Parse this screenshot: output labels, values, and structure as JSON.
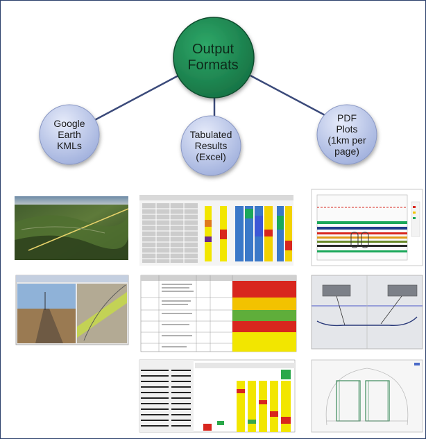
{
  "diagram": {
    "root": {
      "lines": [
        "Output",
        "Formats"
      ],
      "color": "#1e8a52"
    },
    "children": [
      {
        "id": "google",
        "lines": [
          "Google",
          "Earth",
          "KMLs"
        ]
      },
      {
        "id": "tabulated",
        "lines": [
          "Tabulated",
          "Results",
          "(Excel)"
        ]
      },
      {
        "id": "pdf",
        "lines": [
          "PDF",
          "Plots",
          "(1km per",
          "page)"
        ]
      }
    ],
    "colors": {
      "child_fill": "#b9c4e6",
      "edge": "#3b4a7a",
      "frame": "#2b3f6b"
    }
  }
}
